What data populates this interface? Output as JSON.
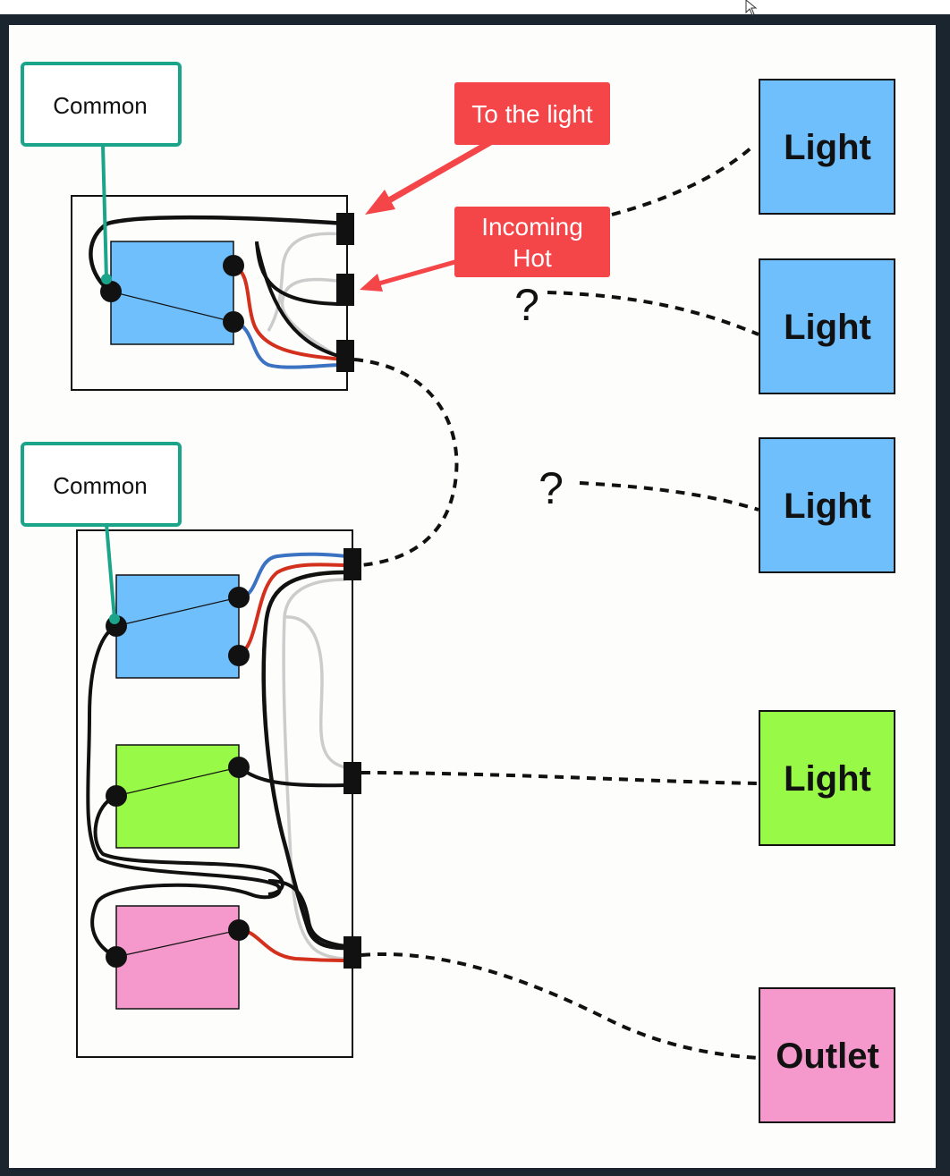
{
  "callouts": {
    "common_top": "Common",
    "common_bottom": "Common",
    "to_the_light": "To the light",
    "incoming_hot_line1": "Incoming",
    "incoming_hot_line2": "Hot"
  },
  "question_marks": [
    "?",
    "?"
  ],
  "boxes": [
    {
      "label": "Light",
      "color": "#70bffd"
    },
    {
      "label": "Light",
      "color": "#70bffd"
    },
    {
      "label": "Light",
      "color": "#70bffd"
    },
    {
      "label": "Light",
      "color": "#98f946"
    },
    {
      "label": "Outlet",
      "color": "#f598cb"
    }
  ],
  "colors": {
    "blue_switch": "#70bffd",
    "green_switch": "#98f946",
    "pink_switch": "#f598cb",
    "callout_red": "#f44549",
    "callout_teal": "#1aa58a",
    "wire_red": "#d3301d",
    "wire_blue": "#3b72c2",
    "wire_gray": "#cccccc"
  },
  "icons": {
    "cursor": "mouse-pointer-icon"
  }
}
